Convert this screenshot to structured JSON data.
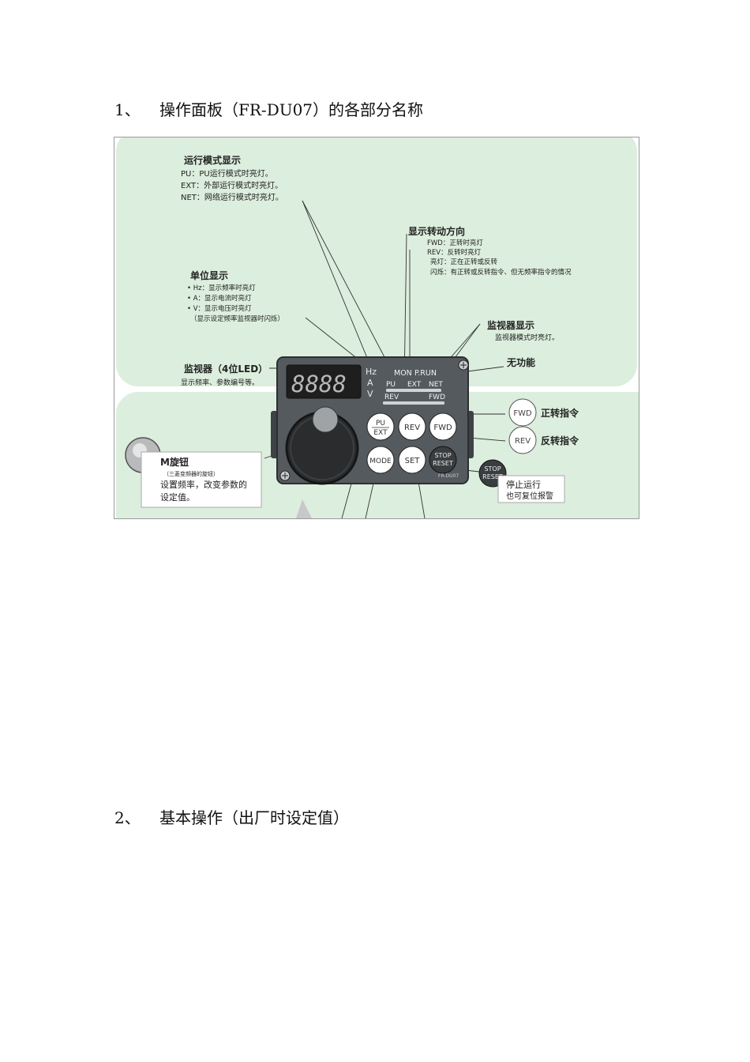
{
  "sections": [
    {
      "number": "1、",
      "title": "操作面板（FR-DU07）的各部分名称"
    },
    {
      "number": "2、",
      "title": "基本操作（出厂时设定值）"
    }
  ],
  "figure": {
    "callouts": {
      "operation_mode": {
        "title": "运行模式显示",
        "lines": [
          "PU：PU运行模式时亮灯。",
          "EXT：外部运行模式时亮灯。",
          "NET：网络运行模式时亮灯。"
        ]
      },
      "rotation": {
        "title": "显示转动方向",
        "lines": [
          "FWD：正转时亮灯",
          "REV：反转时亮灯",
          "亮灯：正在正转或反转",
          "闪烁：有正转或反转指令、但无频率指令的情况"
        ]
      },
      "unit": {
        "title": "单位显示",
        "lines": [
          "• Hz：显示频率时亮灯",
          "• A：显示电流时亮灯",
          "• V：显示电压时亮灯",
          "（显示设定频率监视器时闪烁）"
        ]
      },
      "monitor_display": {
        "title": "监视器显示",
        "lines": [
          "监视器模式时亮灯。"
        ]
      },
      "no_function": "无功能",
      "monitor": {
        "title": "监视器（4位LED）",
        "lines": [
          "显示频率、参数编号等。"
        ]
      },
      "dial": {
        "title": "M旋钮",
        "sub": "（三菱变频器的旋钮）",
        "lines": [
          "设置频率，改变参数的",
          "设定值。"
        ]
      },
      "fwd_command": "正转指令",
      "rev_command": "反转指令",
      "stop": {
        "lines": [
          "停止运行",
          "也可复位报警"
        ]
      }
    },
    "panel": {
      "led_digits": "8888",
      "units": [
        "Hz",
        "A",
        "V"
      ],
      "indicators_top": [
        "MON",
        "P.RUN"
      ],
      "indicators_mode": [
        "PU",
        "EXT",
        "NET"
      ],
      "indicators_dir": [
        "REV",
        "FWD"
      ],
      "buttons": {
        "pu_ext_top": "PU",
        "pu_ext_bottom": "EXT",
        "rev": "REV",
        "fwd": "FWD",
        "mode": "MODE",
        "set": "SET",
        "stop_top": "STOP",
        "stop_bottom": "RESET"
      },
      "model": "FR-DU07"
    },
    "legend_keys": {
      "fwd": "FWD",
      "rev": "REV",
      "stop_top": "STOP",
      "stop_bottom": "RESET"
    },
    "colors": {
      "background": "#dceedd",
      "panel": "#555a5e",
      "led_bg": "#1e1e1e"
    }
  }
}
